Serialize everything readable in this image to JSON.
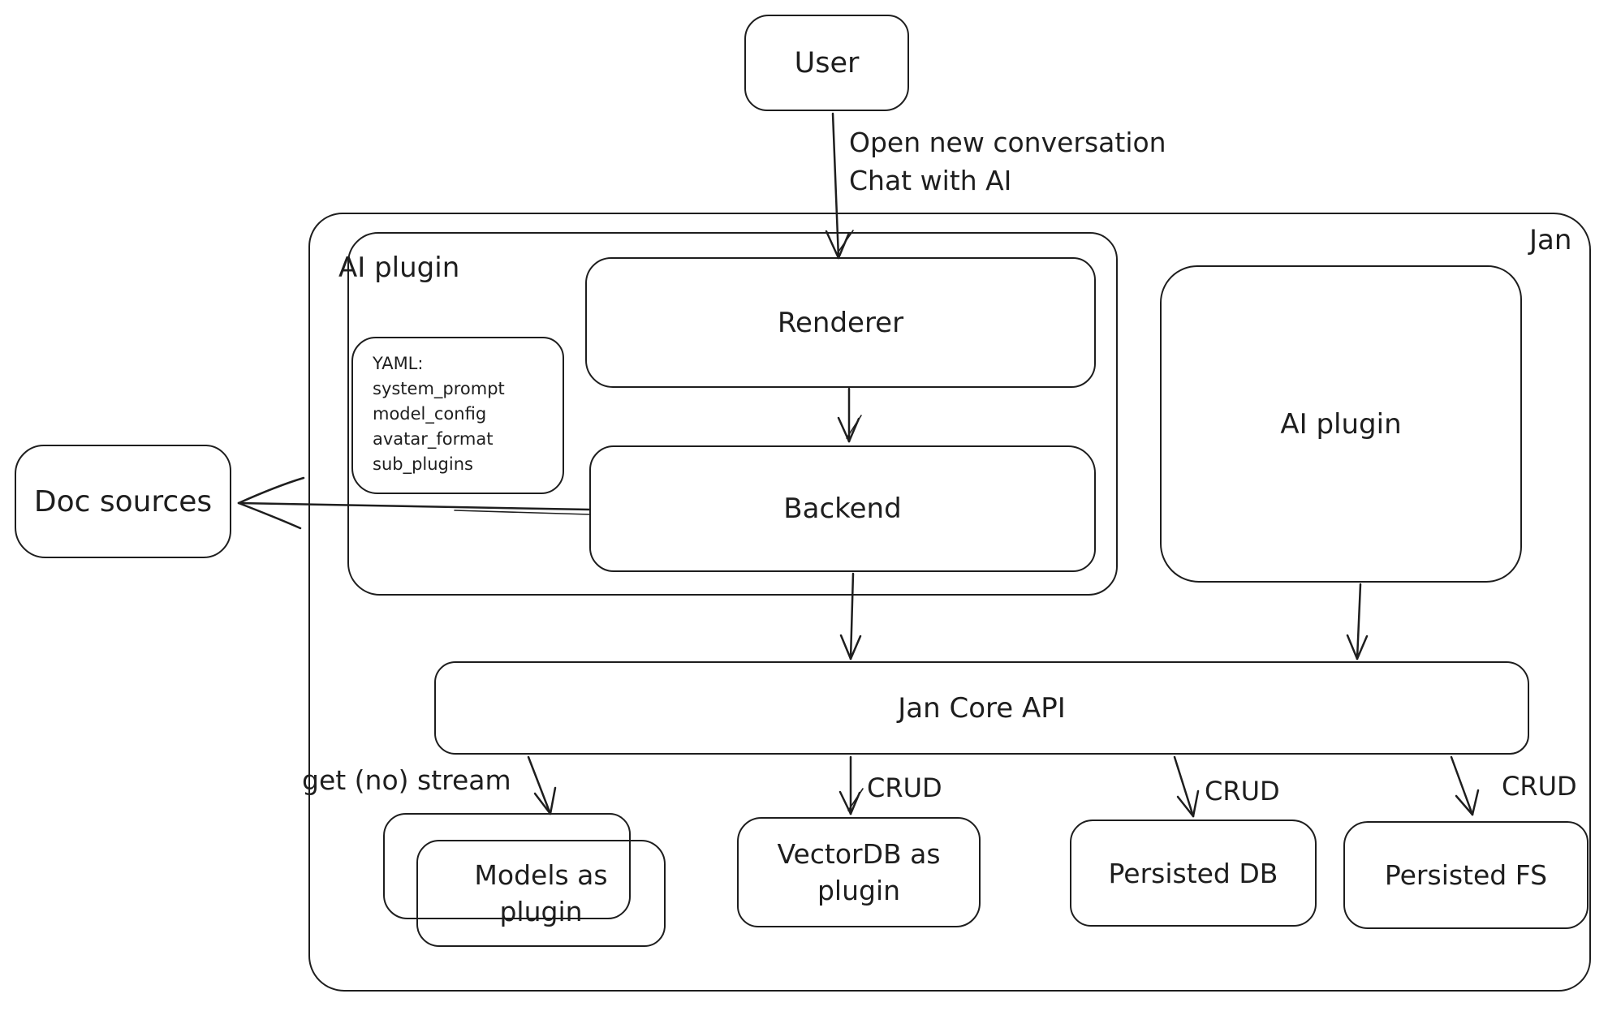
{
  "colors": {
    "stroke": "#1e1e1e",
    "background": "#ffffff"
  },
  "nodes": {
    "user": {
      "label": "User"
    },
    "jan_container": {
      "label": "Jan"
    },
    "ai_plugin_container": {
      "label": "AI plugin"
    },
    "yaml_note": {
      "lines": [
        "YAML:",
        "system_prompt",
        "model_config",
        "avatar_format",
        "sub_plugins"
      ]
    },
    "renderer": {
      "label": "Renderer"
    },
    "backend": {
      "label": "Backend"
    },
    "ai_plugin_right": {
      "label": "AI plugin"
    },
    "jan_core_api": {
      "label": "Jan Core API"
    },
    "doc_sources": {
      "label": "Doc sources"
    },
    "models_as_plugin": {
      "line1": "Models as",
      "line2": "plugin"
    },
    "vectordb_as_plugin": {
      "line1": "VectorDB as",
      "line2": "plugin"
    },
    "persisted_db": {
      "label": "Persisted DB"
    },
    "persisted_fs": {
      "label": "Persisted FS"
    }
  },
  "edge_labels": {
    "user_to_renderer": {
      "line1": "Open new conversation",
      "line2": "Chat with AI"
    },
    "api_to_models": {
      "label": "get (no) stream"
    },
    "api_to_vectordb": {
      "label": "CRUD"
    },
    "api_to_persisted_db": {
      "label": "CRUD"
    },
    "api_to_persisted_fs": {
      "label": "CRUD"
    }
  }
}
